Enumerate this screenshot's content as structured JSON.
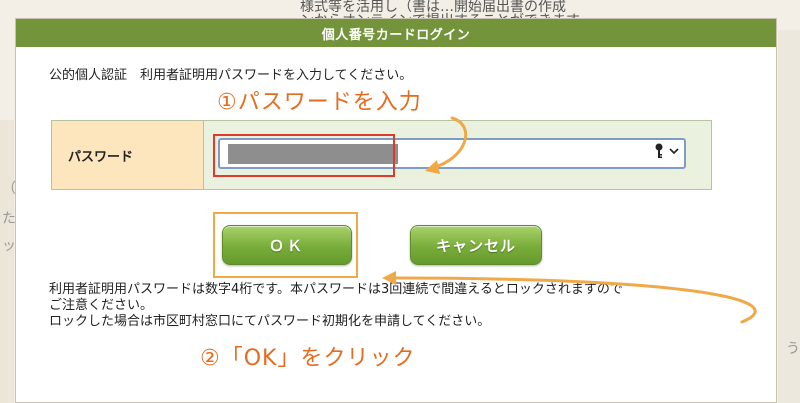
{
  "background": {
    "top_text_line1": "様式等を活用し（書は…開始届出書の作成",
    "top_text_line2": "ンからオンラインで提出することができます",
    "left_fragments": [
      "（",
      "た",
      "ッ"
    ],
    "right_fragment": "う"
  },
  "modal": {
    "title": "個人番号カードログイン",
    "instruction": "公的個人認証　利用者証明用パスワードを入力してください。",
    "password_label": "パスワード",
    "ok_label": "ＯＫ",
    "cancel_label": "キャンセル",
    "notes": [
      "利用者証明用パスワードは数字4桁です。本パスワードは3回連続で間違えるとロックされますので",
      "ご注意ください。",
      "ロックした場合は市区町村窓口にてパスワード初期化を申請してください。"
    ]
  },
  "annotations": {
    "step1": "①パスワードを入力",
    "step2": "②「OK」をクリック"
  },
  "icons": {
    "key": "key-icon",
    "chevron": "chevron-down-icon"
  },
  "colors": {
    "header_green": "#73943a",
    "button_green": "#79ad3a",
    "annotation_orange": "#e46c1f",
    "highlight_red": "#e03a2c",
    "label_bg": "#fde5bd",
    "field_bg": "#eaf2df"
  }
}
